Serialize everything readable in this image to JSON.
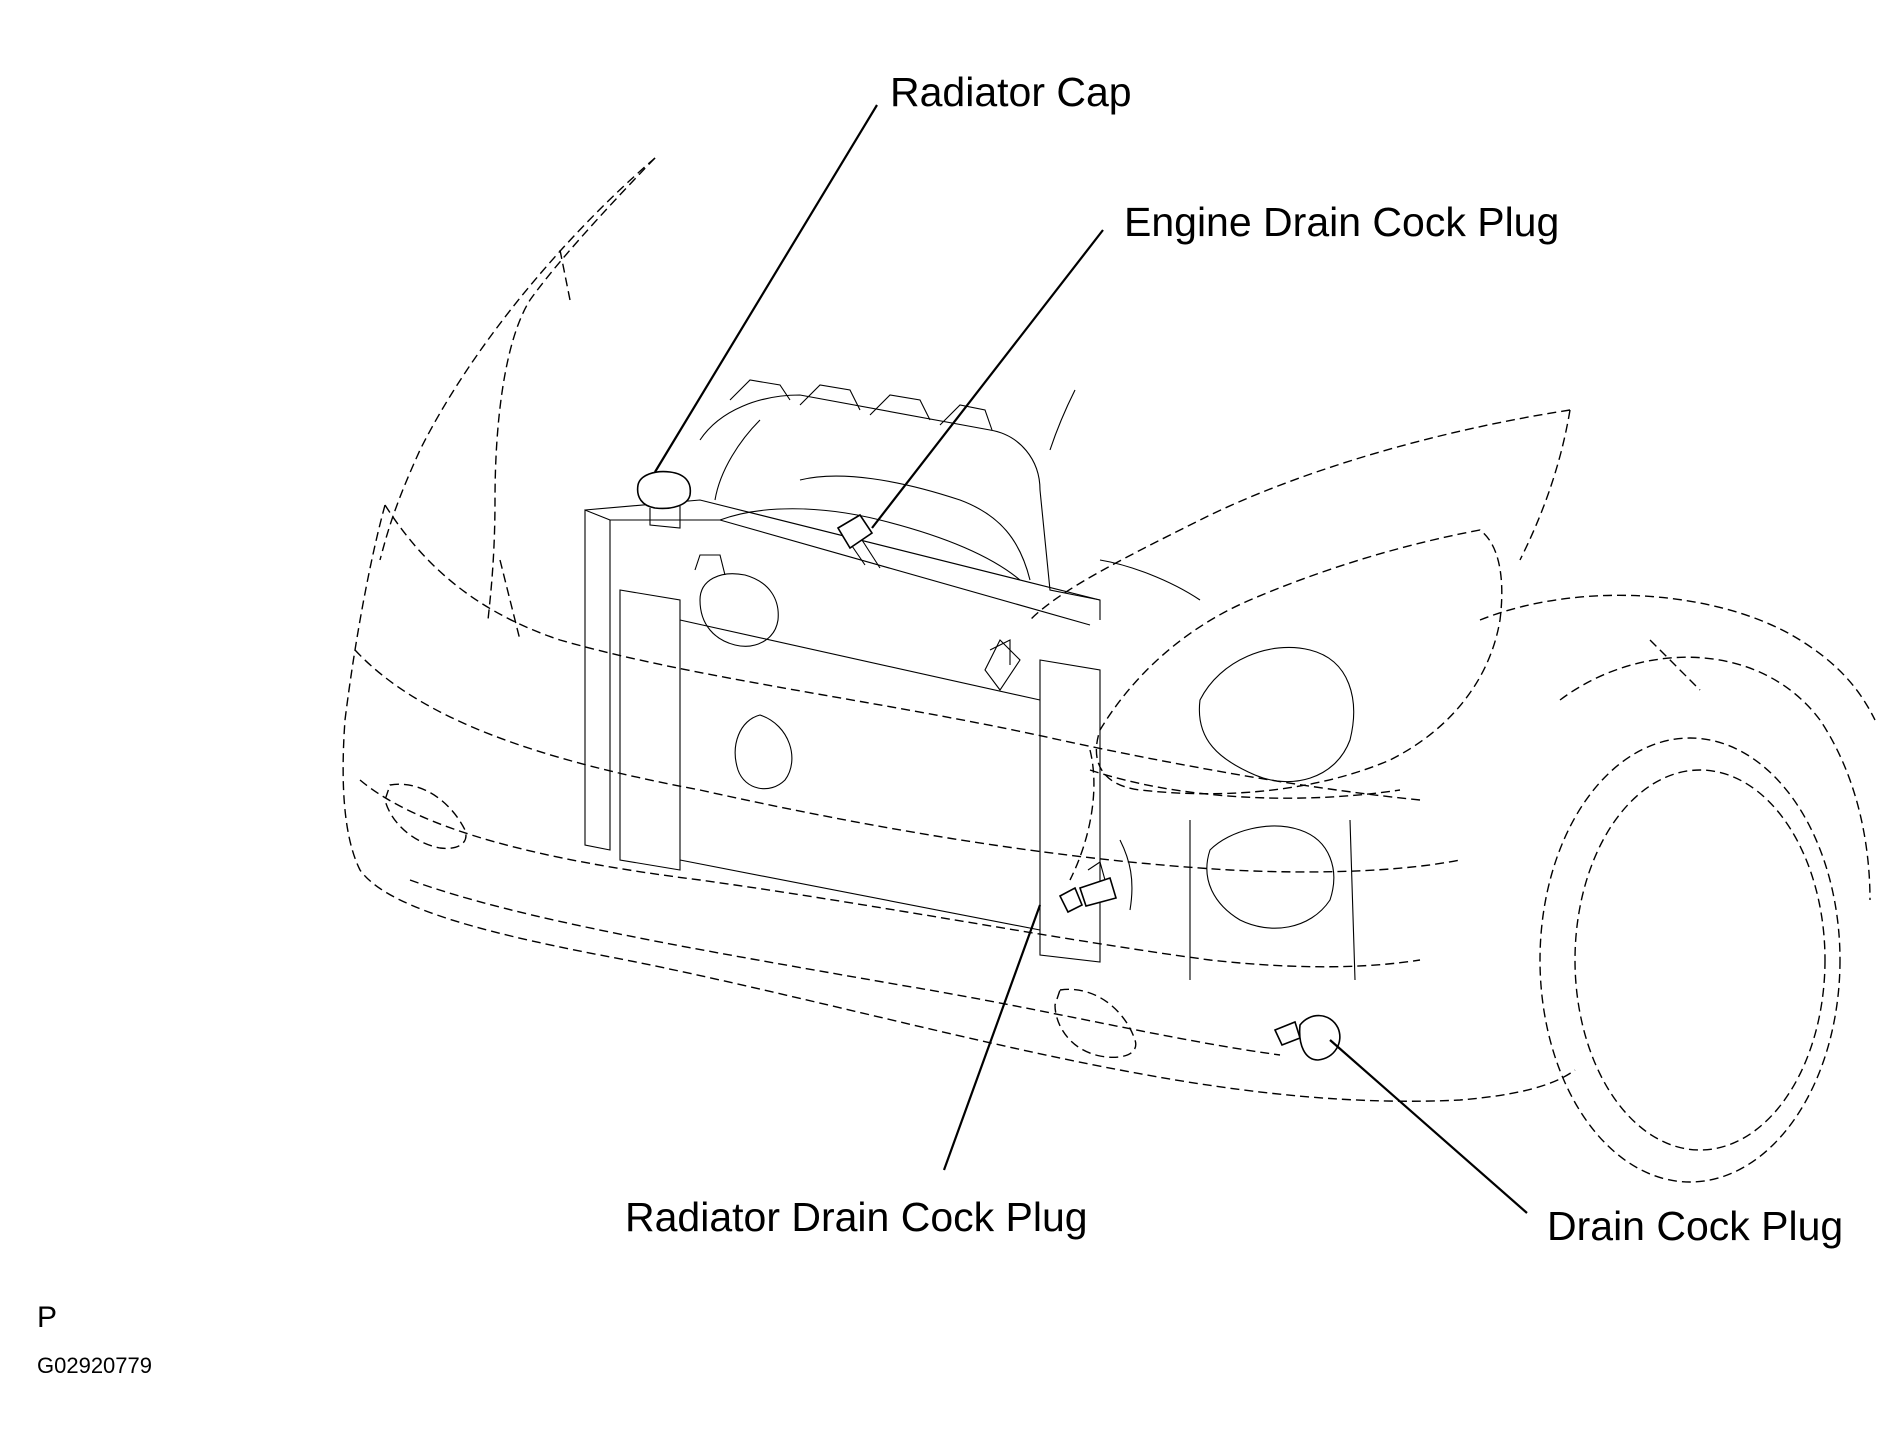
{
  "labels": {
    "radiator_cap": "Radiator Cap",
    "engine_drain_cock_plug": "Engine Drain Cock Plug",
    "radiator_drain_cock_plug": "Radiator Drain Cock Plug",
    "drain_cock_plug": "Drain Cock Plug"
  },
  "footer": {
    "view_code": "P",
    "figure_id": "G02920779"
  }
}
